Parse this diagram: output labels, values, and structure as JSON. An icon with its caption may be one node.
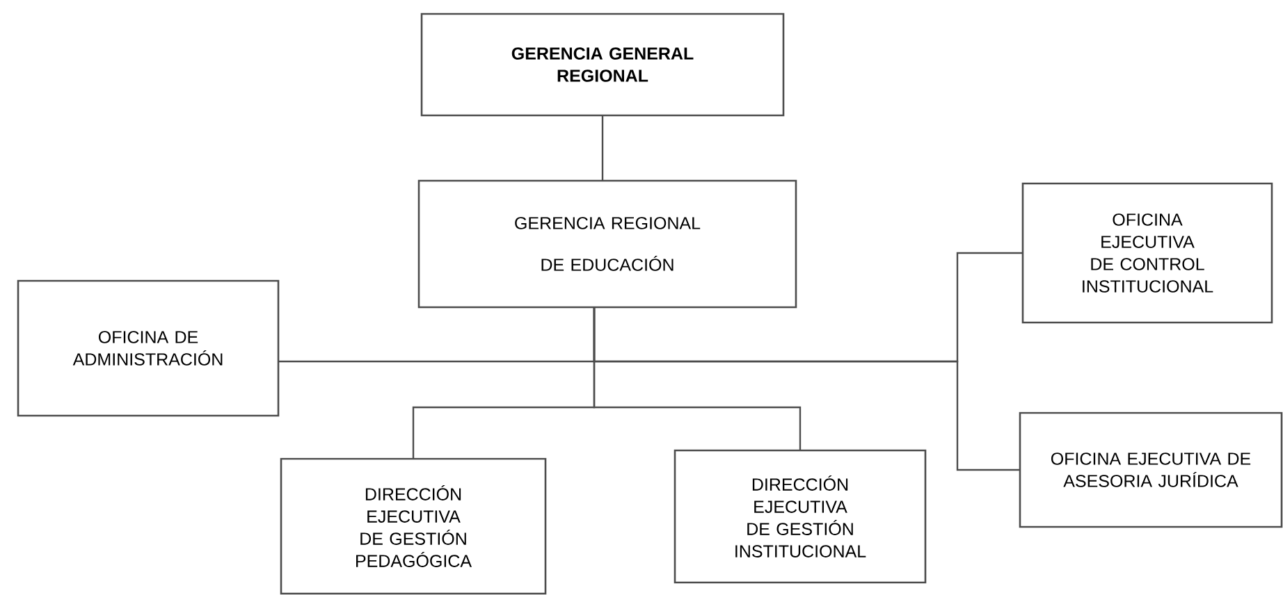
{
  "diagram": {
    "nodes": [
      {
        "text": [
          "GERENCIA GENERAL REGIONAL"
        ]
      },
      {
        "text": [
          "GERENCIA REGIONAL DE EDUCACIÓN"
        ]
      },
      {
        "text": [
          "OFICINA DE ADMINISTRACIÓN"
        ]
      },
      {
        "text": [
          "OFICINA EJECUTIVA DE CONTROL INSTITUCIONAL"
        ]
      },
      {
        "text": [
          "OFICINA EJECUTIVA DE ASESORIA JURÍDICA"
        ]
      },
      {
        "text": [
          "DIRECCIÓN EJECUTIVA DE GESTIÓN PEDAGÓGICA"
        ]
      },
      {
        "text": [
          "DIRECCIÓN EJECUTIVA DE GESTIÓN INSTITUCIONAL"
        ]
      }
    ],
    "edges": [
      {
        "from": 0,
        "to": 1,
        "arrow": "none"
      },
      {
        "from": 1,
        "to": 2,
        "arrow": "none"
      },
      {
        "from": 1,
        "to": 3,
        "arrow": "none"
      },
      {
        "from": 1,
        "to": 4,
        "arrow": "none"
      },
      {
        "from": 1,
        "to": 5,
        "arrow": "none"
      },
      {
        "from": 1,
        "to": 6,
        "arrow": "none"
      }
    ]
  }
}
